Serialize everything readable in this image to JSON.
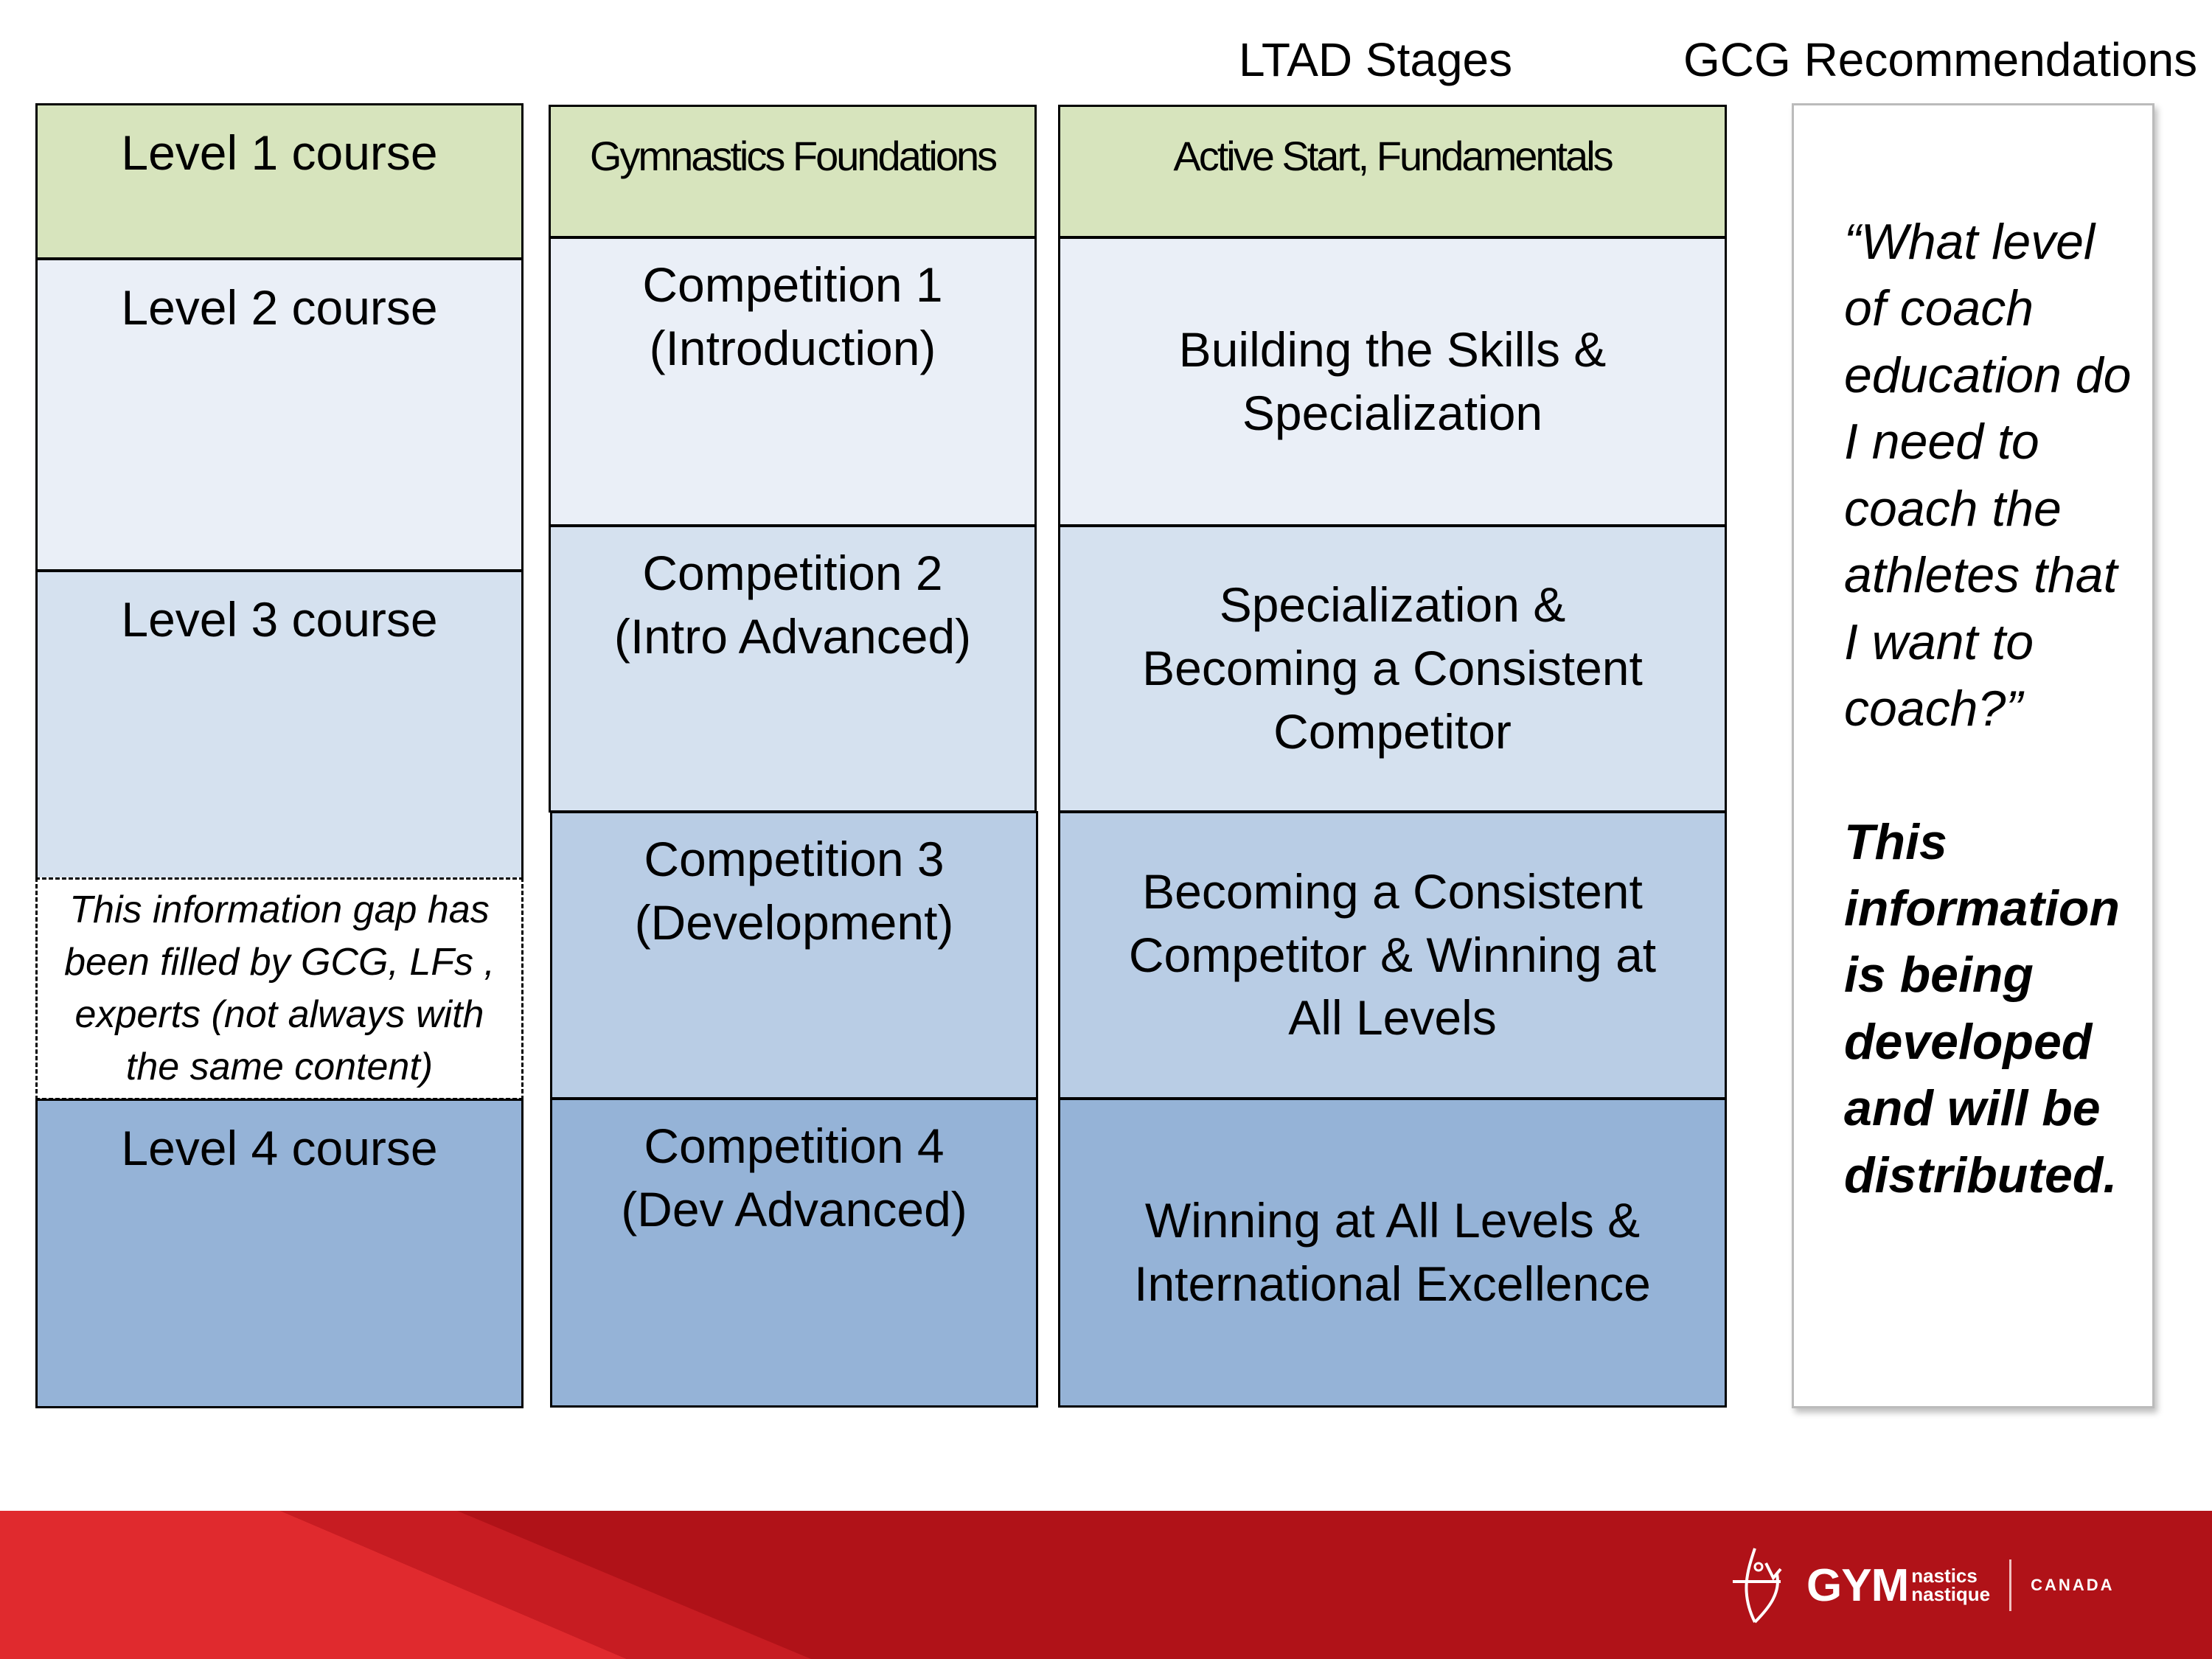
{
  "headers": {
    "ltad": "LTAD Stages",
    "gcg": "GCG Recommendations"
  },
  "courses": [
    "Level 1 course",
    "Level 2 course",
    "Level 3 course",
    "Level 4 course"
  ],
  "gap_note": "This information gap has been filled by GCG, LFs , experts (not always with the same content)",
  "programs": [
    "Gymnastics Foundations",
    "Competition 1 (Introduction)",
    "Competition 2 (Intro Advanced)",
    "Competition 3 (Development)",
    "Competition 4 (Dev Advanced)"
  ],
  "ltad_stages": [
    "Active Start, Fundamentals",
    "Building the Skills & Specialization",
    "Specialization & Becoming a Consistent Competitor",
    "Becoming a Consistent Competitor & Winning at All Levels",
    "Winning at All Levels & International Excellence"
  ],
  "recommendation": {
    "question": "“What level of coach education do I need to coach the athletes that I want to coach?”",
    "statement": "This information is being developed and will be distributed."
  },
  "logo": {
    "main": "GYM",
    "sub1": "nastics",
    "sub2": "nastique",
    "country": "CANADA"
  },
  "colors": {
    "green": "#d7e4bd",
    "blue1": "#eaeff7",
    "blue2": "#d5e1ef",
    "blue3": "#b9cde5",
    "blue4": "#95b3d7",
    "footer": "#b01218"
  }
}
